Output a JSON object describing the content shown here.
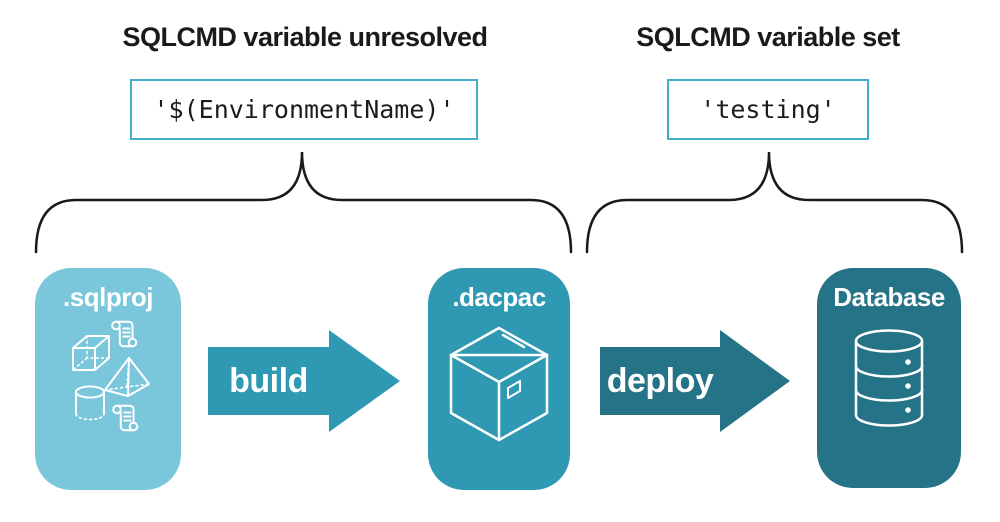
{
  "diagram": {
    "annotations": [
      {
        "title": "SQLCMD variable unresolved",
        "code": "'$(EnvironmentName)'"
      },
      {
        "title": "SQLCMD variable set",
        "code": "'testing'"
      }
    ],
    "nodes": [
      {
        "label": ".sqlproj",
        "color": "#7AC6DB",
        "icon": "sql-objects-icon"
      },
      {
        "label": ".dacpac",
        "color": "#2F99B4",
        "icon": "package-box-icon"
      },
      {
        "label": "Database",
        "color": "#247386",
        "icon": "database-icon"
      }
    ],
    "arrows": [
      {
        "label": "build",
        "color": "#2F99B4"
      },
      {
        "label": "deploy",
        "color": "#247386"
      }
    ],
    "colors": {
      "code_box_border": "#41AECB",
      "brace_stroke": "#1A1A1A",
      "heading_text": "#1A1A1A",
      "icon_stroke": "#FFFFFF",
      "background": "#FFFFFF"
    }
  }
}
